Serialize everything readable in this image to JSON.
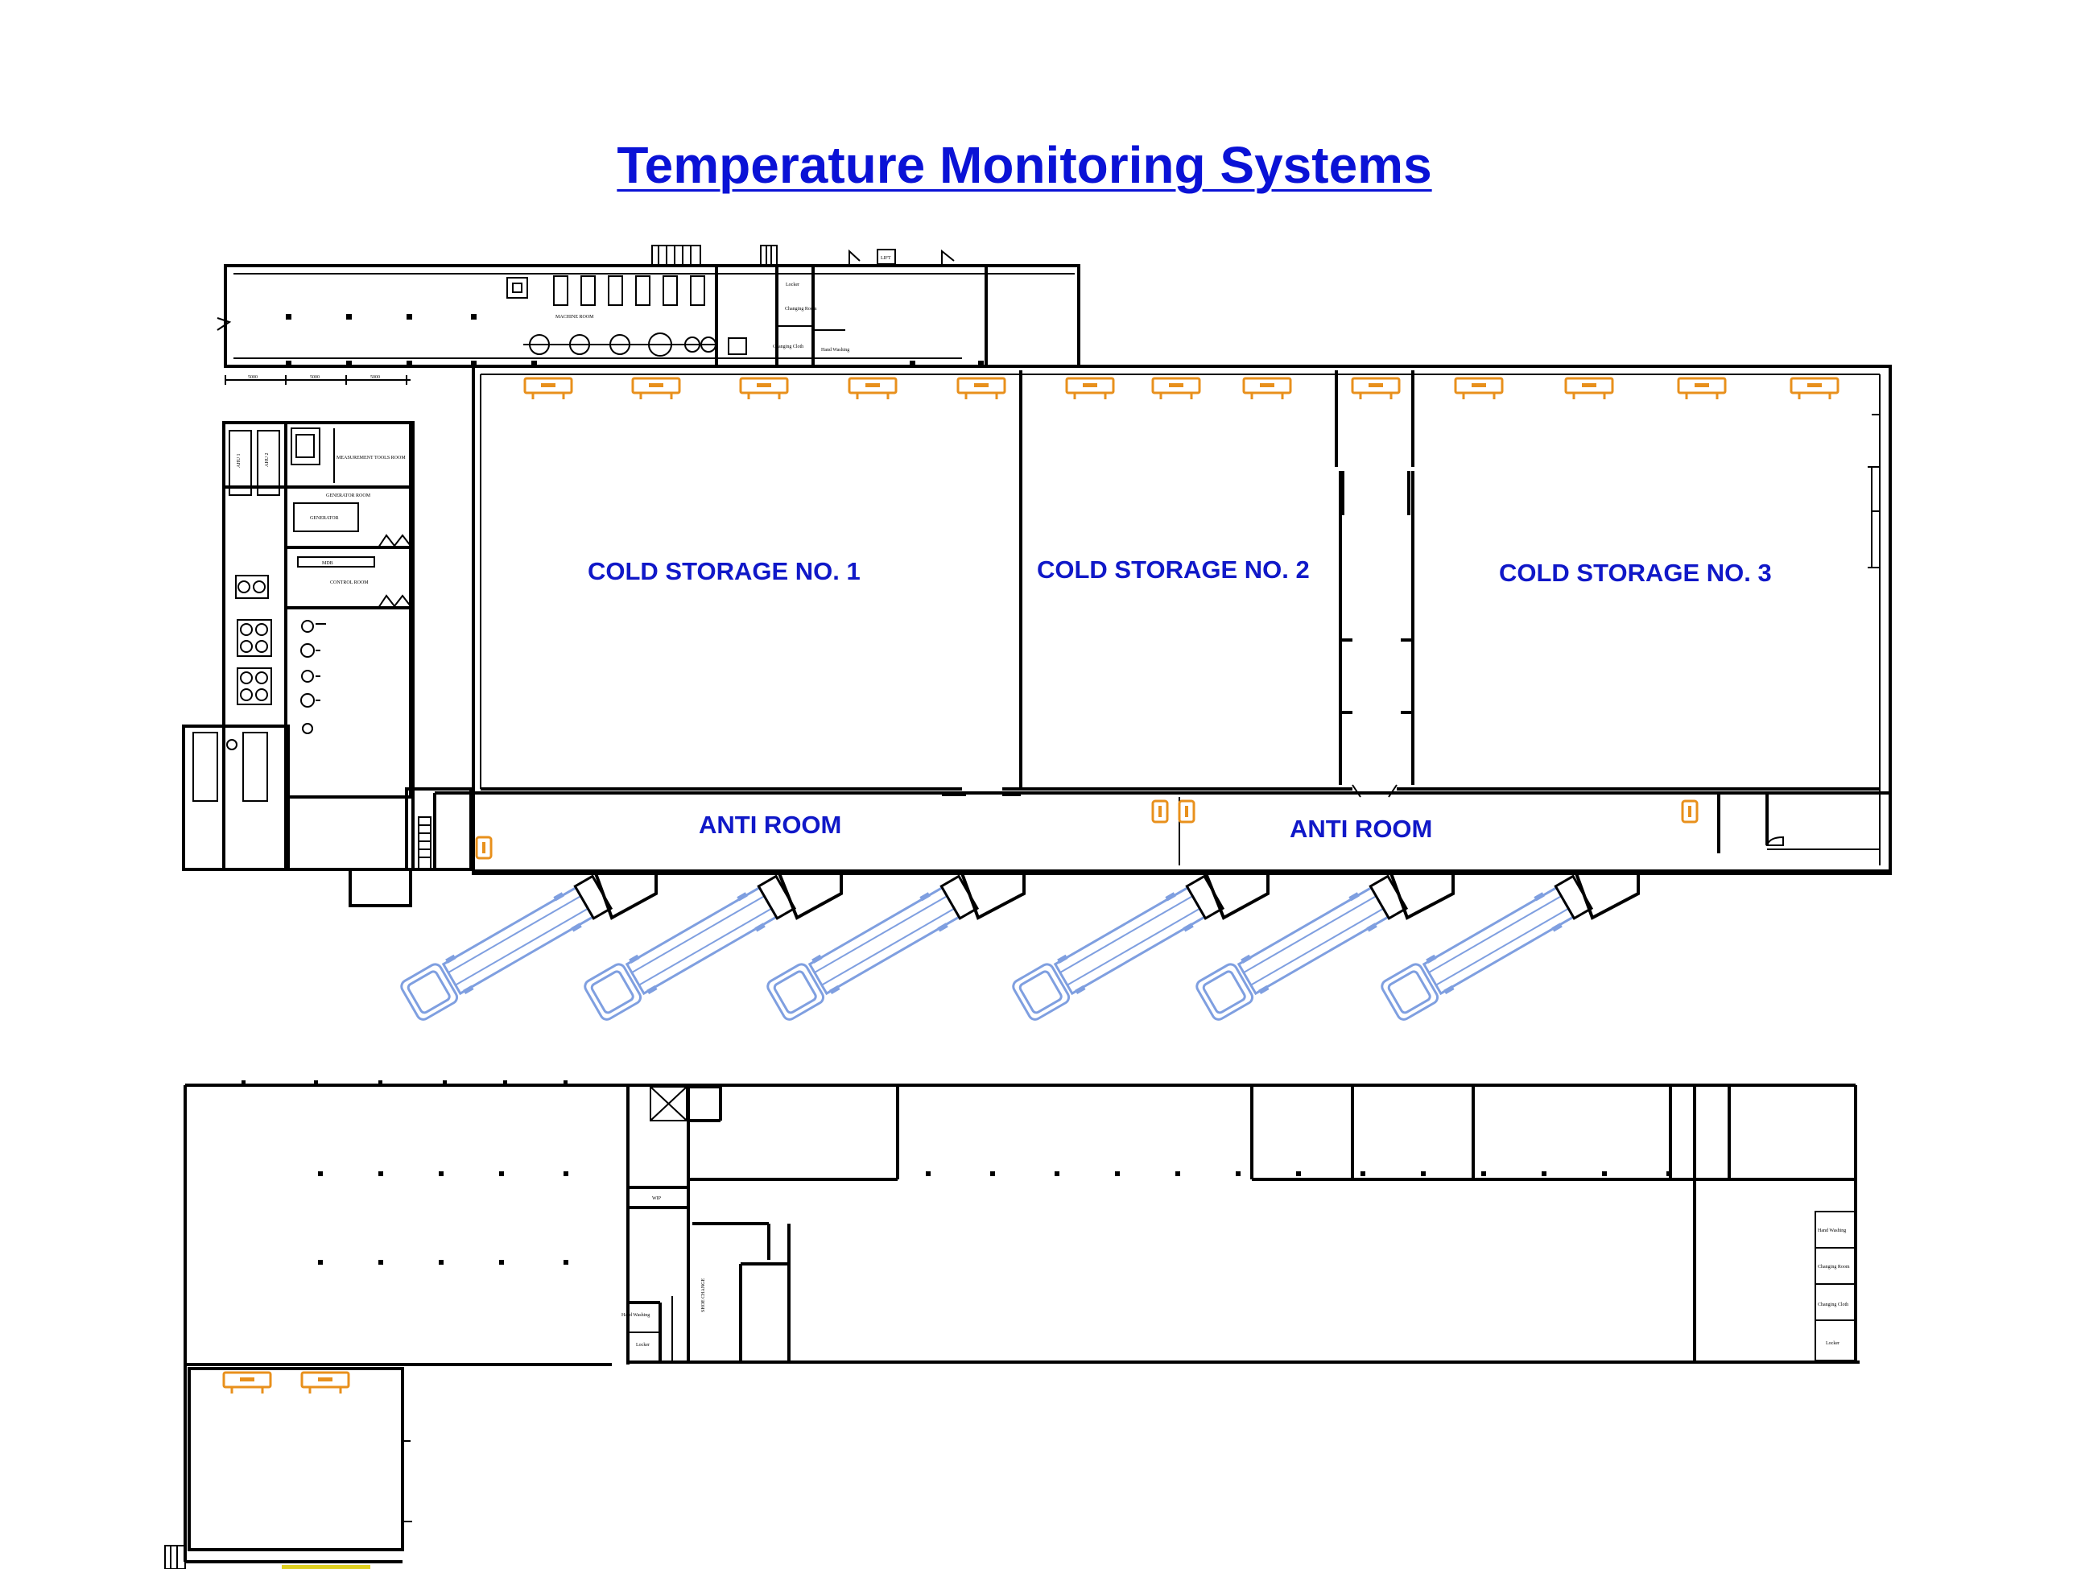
{
  "title": "Temperature Monitoring Systems",
  "colors": {
    "title": "#0a12d6",
    "room_label": "#1018c8",
    "sensor": "#e8901c",
    "truck": "#7f9fe0",
    "wall": "#000000"
  },
  "rooms": {
    "cold_storage_1": "COLD STORAGE NO. 1",
    "cold_storage_2": "COLD STORAGE NO. 2",
    "cold_storage_3": "COLD STORAGE NO. 3",
    "anti_room_1": "ANTI ROOM",
    "anti_room_2": "ANTI ROOM"
  },
  "small_labels": {
    "machine_room": "MACHINE ROOM",
    "measurement_tools_room": "MEASUREMENT TOOLS ROOM",
    "generator_room": "GENERATOR ROOM",
    "generator": "GENERATOR",
    "control_room": "CONTROL ROOM",
    "locker_top": "Locker",
    "changing_room_top": "Changing Room",
    "changing_cloth_top": "Changing Cloth",
    "hand_washing_top": "Hand Washing",
    "lift": "LIFT",
    "wip": "WIP",
    "hand_washing_mid": "Hand Washing",
    "locker_mid": "Locker",
    "hand_washing_right": "Hand Washing",
    "changing_room_right": "Changing Room",
    "changing_cloth_right": "Changing Cloth",
    "locker_right": "Locker"
  },
  "icons": {
    "sensor": "temperature-sensor-icon",
    "truck": "refrigerated-truck-icon"
  }
}
